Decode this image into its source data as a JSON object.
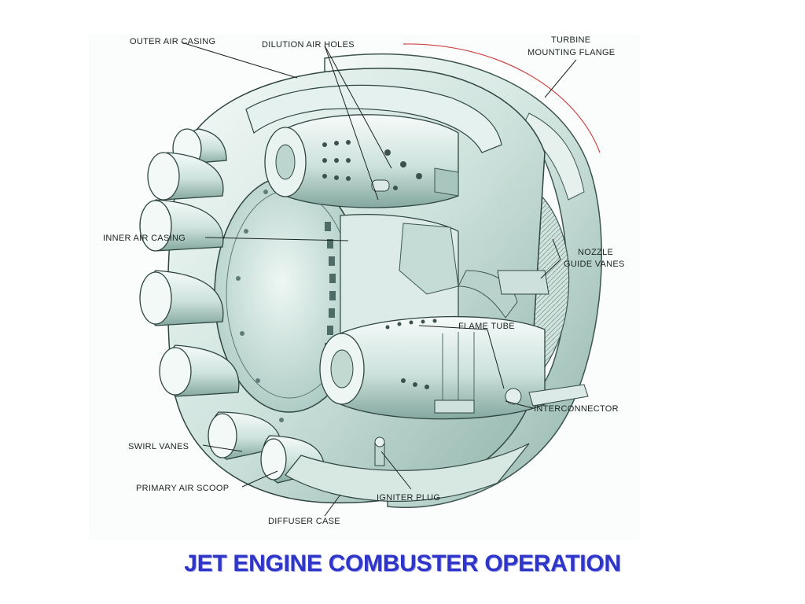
{
  "figure": {
    "labels": {
      "outer_air_casing": "OUTER AIR CASING",
      "dilution_air_holes": "DILUTION AIR HOLES",
      "turbine_line1": "TURBINE",
      "turbine_line2": "MOUNTING  FLANGE",
      "inner_air_casing": "INNER AIR CASING",
      "nozzle_line1": "NOZZLE",
      "nozzle_line2": "GUIDE  VANES",
      "flame_tube": "FLAME  TUBE",
      "interconnector": "INTERCONNECTOR",
      "swirl_vanes": "SWIRL  VANES",
      "primary_air_scoop": "PRIMARY  AIR  SCOOP",
      "igniter_plug": "IGNITER  PLUG",
      "diffuser_case": "DIFFUSER  CASE"
    }
  },
  "title": "JET ENGINE COMBUSTER OPERATION",
  "colors": {
    "title": "#2f35c8",
    "metal_light": "#e8f3f0",
    "metal_mid": "#bfd9d2",
    "metal_dark": "#7fa59c",
    "ink": "#1b2422"
  }
}
